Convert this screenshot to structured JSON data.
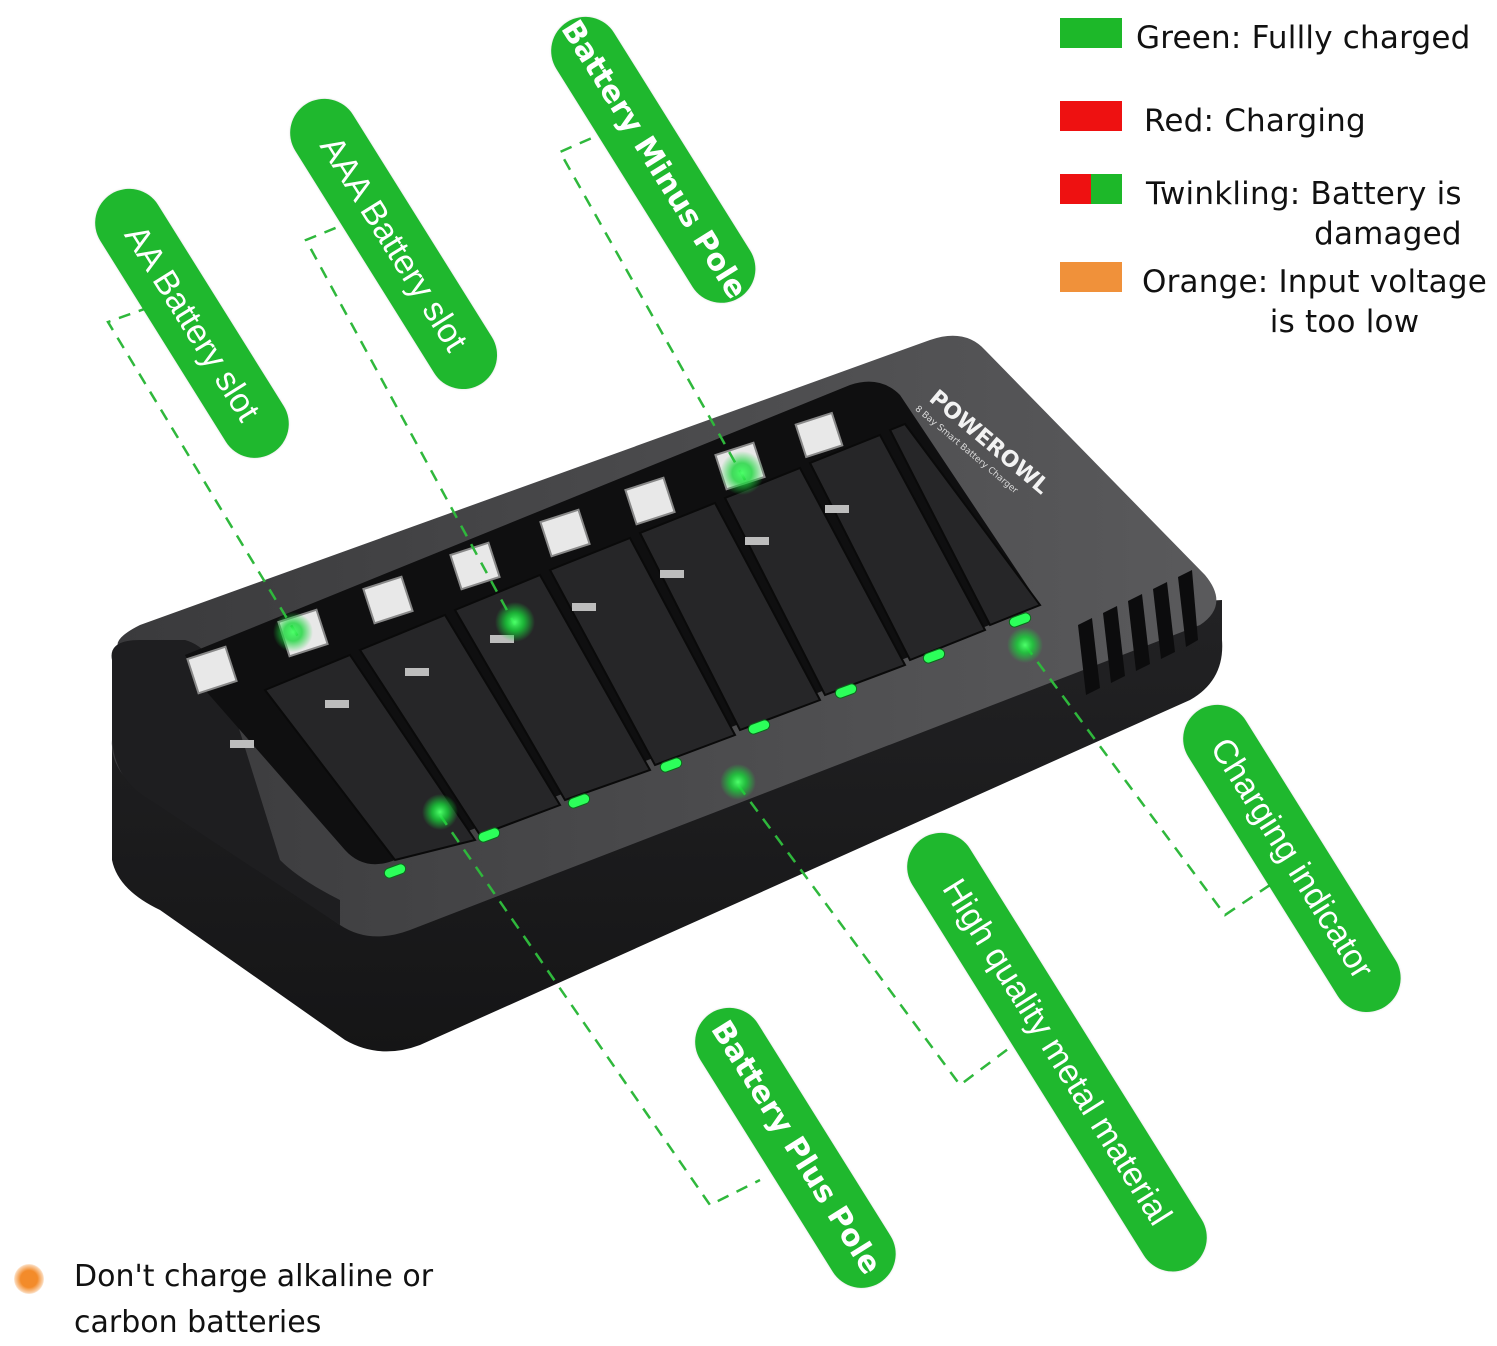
{
  "product": {
    "brand": "POWEROWL",
    "subtitle": "8 Bay Smart Battery Charger",
    "slot_count": 8,
    "indicator_color": "#2cff5a",
    "body_color": "#2b2b2d"
  },
  "legend": {
    "items": [
      {
        "label_line1": "Green: Fullly charged",
        "label_line2": "",
        "colors": [
          "#1db829"
        ]
      },
      {
        "label_line1": "Red: Charging",
        "label_line2": "",
        "colors": [
          "#ee1111"
        ]
      },
      {
        "label_line1": "Twinkling: Battery is",
        "label_line2": "damaged",
        "colors": [
          "#ee1111",
          "#1db829"
        ]
      },
      {
        "label_line1": "Orange: Input voltage",
        "label_line2": "is too low",
        "colors": [
          "#f0913a"
        ]
      }
    ]
  },
  "callouts": {
    "aa_slot": "AA Battery slot",
    "aaa_slot": "AAA Battery slot",
    "minus_pole": "Battery Minus Pole",
    "charging_indicator": "Charging indicator",
    "metal_material": "High quality metal material",
    "plus_pole": "Battery Plus Pole"
  },
  "callout_color": "#1fb82e",
  "warning": {
    "line1": "Don't charge alkaline or",
    "line2": "carbon batteries",
    "bullet_color": "#f38b2a"
  }
}
